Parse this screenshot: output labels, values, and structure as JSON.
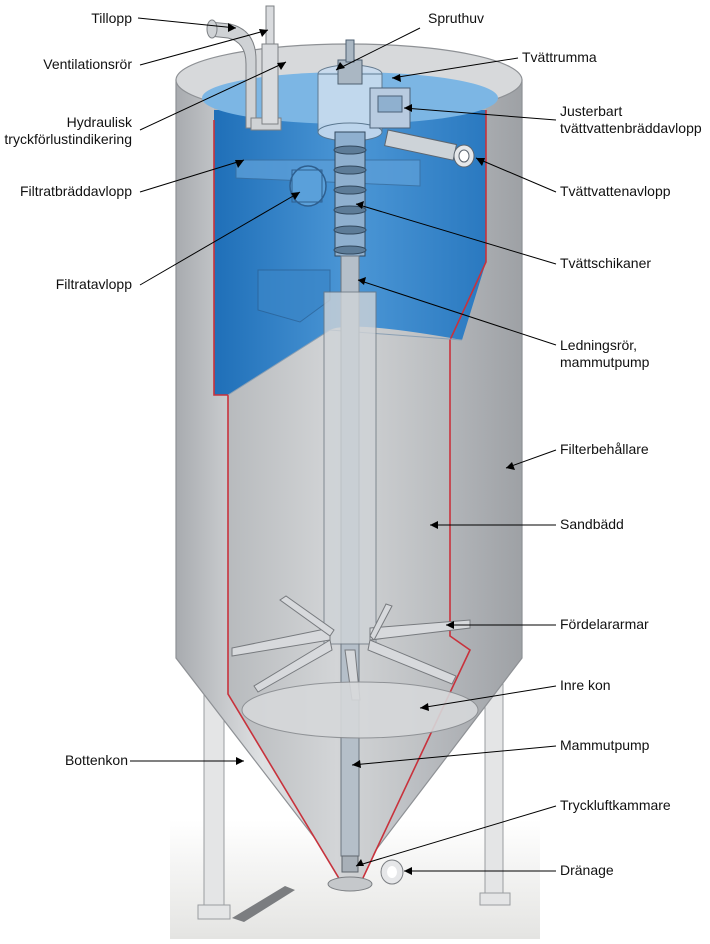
{
  "labels": {
    "tillopp": "Tillopp",
    "ventilationsror": "Ventilationsrör",
    "hydraulisk_1": "Hydraulisk",
    "hydraulisk_2": "tryckförlustindikering",
    "filtratbraddavlopp": "Filtratbräddavlopp",
    "filtratavlopp": "Filtratavlopp",
    "bottenkon": "Bottenkon",
    "spruthuv": "Spruthuv",
    "tvattrumma": "Tvättrumma",
    "justerbart_1": "Justerbart",
    "justerbart_2": "tvättvattenbräddavlopp",
    "tvattvattenavlopp": "Tvättvattenavlopp",
    "tvattschikaner": "Tvättschikaner",
    "ledningsror_1": "Ledningsrör,",
    "ledningsror_2": "mammutpump",
    "filterbehallare": "Filterbehållare",
    "sandbadd": "Sandbädd",
    "fordelararmar": "Fördelararmar",
    "inre_kon": "Inre kon",
    "mammutpump": "Mammutpump",
    "tryckluftkammare": "Tryckluftkammare",
    "dranage": "Dränage"
  },
  "colors": {
    "water": "#2f7fc6",
    "water_light": "#8fc3ea",
    "tank_metal": "#c9ccd0",
    "sand": "#c2c5c8",
    "rim_red": "#c8323c"
  }
}
